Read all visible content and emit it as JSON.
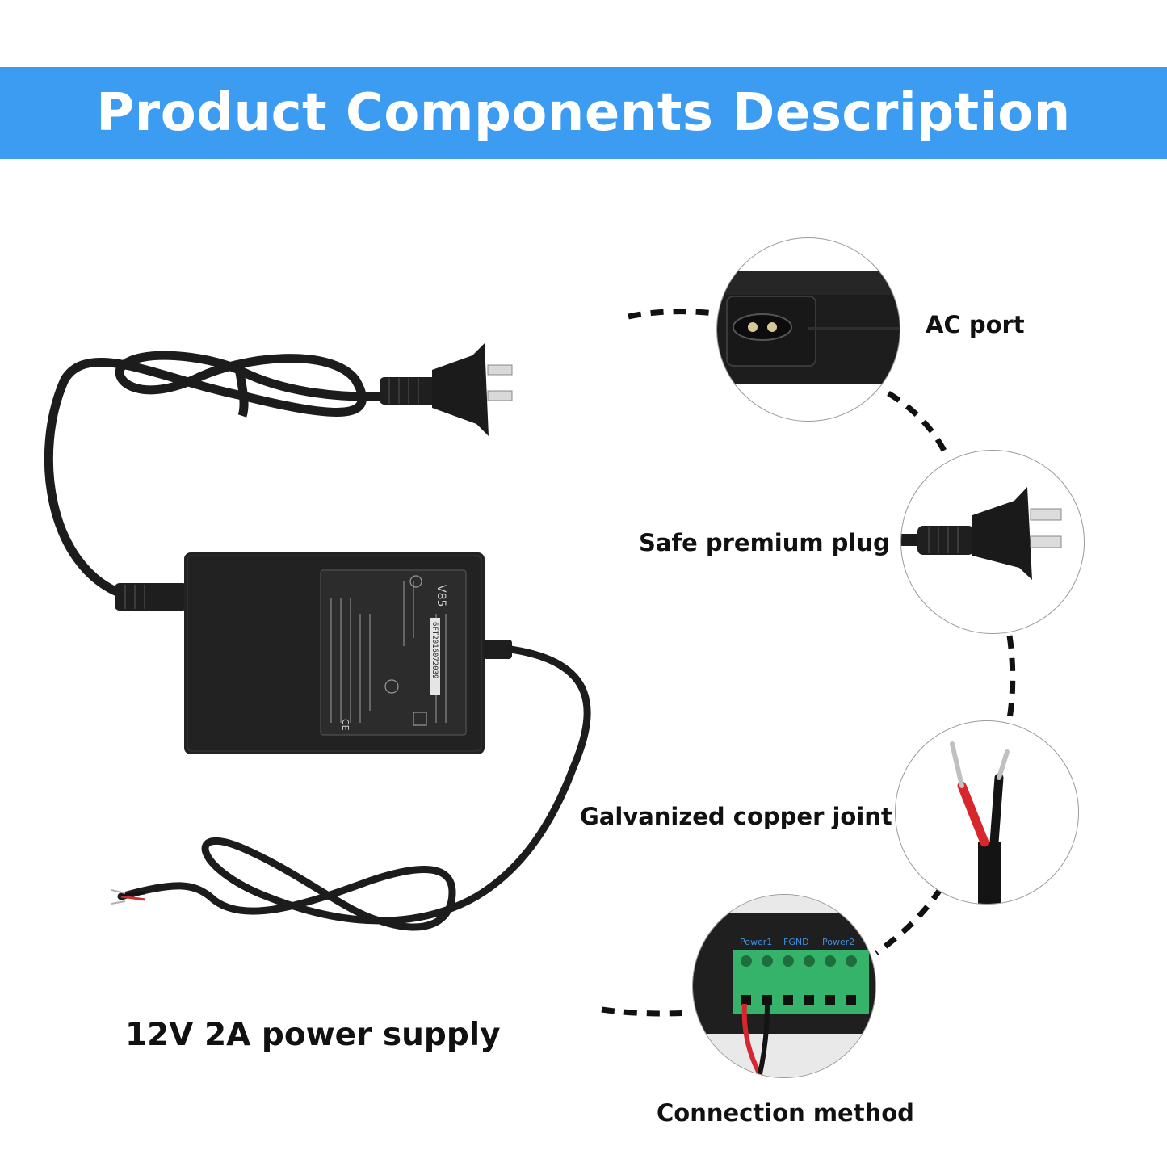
{
  "banner": {
    "title": "Product Components Description",
    "color": "#3b9cf2"
  },
  "main_product": {
    "label": "12V 2A power supply",
    "adapter_label_text": "V85",
    "serial_text": "6FT2016072039"
  },
  "components": [
    {
      "label": "AC port"
    },
    {
      "label": "Safe premium plug"
    },
    {
      "label": "Galvanized copper joint"
    },
    {
      "label": "Connection method",
      "terminal_labels": [
        "Power1",
        "FGND",
        "Power2"
      ]
    }
  ]
}
